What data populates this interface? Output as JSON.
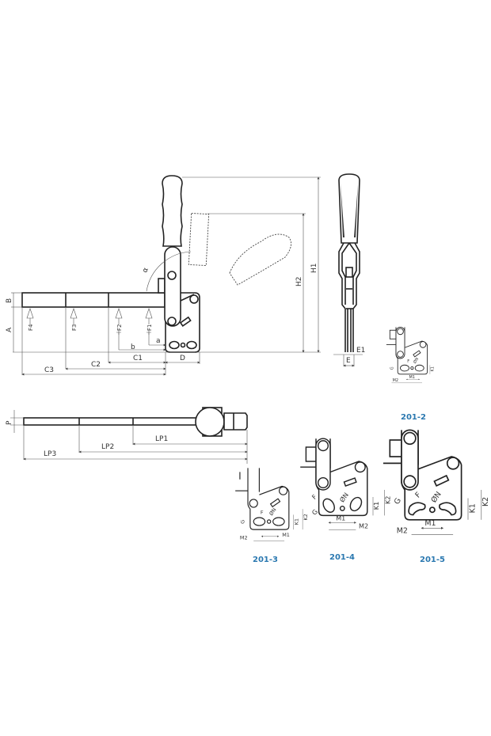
{
  "front_view": {
    "dims": {
      "A": "A",
      "B": "B",
      "a": "a",
      "b": "b",
      "C1": "C1",
      "C2": "C2",
      "C3": "C3",
      "D": "D",
      "H1": "H1",
      "H2": "H2",
      "alpha": "α"
    },
    "forces": [
      "F1",
      "F2",
      "F3",
      "F4"
    ]
  },
  "side_view": {
    "E": "E",
    "E1": "E1"
  },
  "plan_view": {
    "P": "P",
    "LP1": "LP1",
    "LP2": "LP2",
    "LP3": "LP3"
  },
  "variants": [
    {
      "caption": "201-2",
      "F": "F",
      "N": "ØN",
      "G": "G",
      "K1": "K1",
      "M1": "M1",
      "M2": "M2"
    },
    {
      "caption": "201-3",
      "F": "F",
      "N": "ØN",
      "G": "G",
      "K1": "K1",
      "K2": "K2",
      "M1": "M1",
      "M2": "M2"
    },
    {
      "caption": "201-4",
      "F": "F",
      "N": "ØN",
      "G": "G",
      "K1": "K1",
      "K2": "K2",
      "M1": "M1",
      "M2": "M2"
    },
    {
      "caption": "201-5",
      "F": "F",
      "N": "ØN",
      "G": "G",
      "K1": "K1",
      "K2": "K2",
      "M1": "M1",
      "M2": "M2"
    }
  ],
  "colors": {
    "caption": "#2a78b0",
    "line": "#222222"
  }
}
